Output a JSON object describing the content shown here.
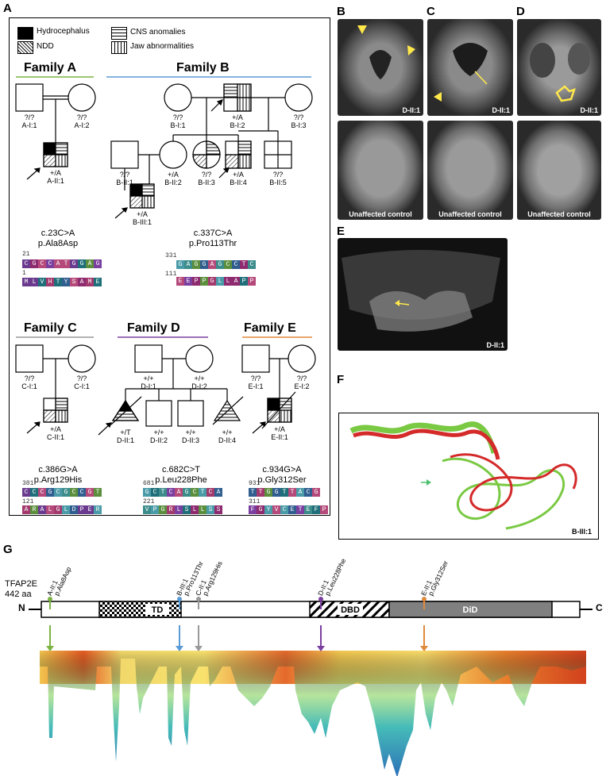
{
  "panels": {
    "A": "A",
    "B": "B",
    "C": "C",
    "D": "D",
    "E": "E",
    "F": "F",
    "G": "G"
  },
  "legend": {
    "hydrocephalus": "Hydrocephalus",
    "ndd": "NDD",
    "cns": "CNS anomalies",
    "jaw": "Jaw abnormalities"
  },
  "families": {
    "a": {
      "title": "Family A",
      "color": "#7cb342",
      "labels": {
        "ai1g": "?/?",
        "ai1": "A-I:1",
        "ai2g": "?/?",
        "ai2": "A-I:2",
        "aii1g": "+/A",
        "aii1": "A-II:1"
      },
      "cdna": "c.23C>A",
      "protein": "p.Ala8Asp"
    },
    "b": {
      "title": "Family B",
      "color": "#5b9bd5",
      "labels": {
        "bi1g": "?/?",
        "bi1": "B-I:1",
        "bi2g": "+/A",
        "bi2": "B-I:2",
        "bi3g": "?/?",
        "bi3": "B-I:3",
        "bii1g": "?/?",
        "bii1": "B-II:1",
        "bii2g": "+/A",
        "bii2": "B-II:2",
        "bii3g": "?/?",
        "bii3": "B-II:3",
        "bii4g": "+/A",
        "bii4": "B-II:4",
        "bii5g": "?/?",
        "bii5": "B-II:5",
        "biii1g": "+/A",
        "biii1": "B-III:1"
      },
      "cdna": "c.337C>A",
      "protein": "p.Pro113Thr"
    },
    "c": {
      "title": "Family C",
      "color": "#999999",
      "labels": {
        "ci1g": "?/?",
        "ci1": "C-I:1",
        "ci2g": "?/?",
        "ci2": "C-I:1",
        "cii1g": "+/A",
        "cii1": "C-II:1"
      },
      "cdna": "c.386G>A",
      "protein": "p.Arg129His"
    },
    "d": {
      "title": "Family D",
      "color": "#7b3fa0",
      "labels": {
        "di1g": "+/+",
        "di1": "D-I:1",
        "di2g": "+/+",
        "di2": "D-I:2",
        "dii1g": "+/T",
        "dii1": "D-II:1",
        "dii2g": "+/+",
        "dii2": "D-II:2",
        "dii3g": "+/+",
        "dii3": "D-II:3",
        "dii4g": "+/+",
        "dii4": "D-II:4"
      },
      "cdna": "c.682C>T",
      "protein": "p.Leu228Phe"
    },
    "e": {
      "title": "Family E",
      "color": "#e08a3c",
      "labels": {
        "ei1g": "?/?",
        "ei1": "E-I:1",
        "ei2g": "?/?",
        "ei2": "E-I:2",
        "eii1g": "+/A",
        "eii1": "E-II:1"
      },
      "cdna": "c.934G>A",
      "protein": "p.Gly312Ser"
    }
  },
  "sequences": {
    "a": {
      "pos1": "21",
      "dna": "CGCCATGGAG",
      "pos2": "1",
      "aa": "MLVHTYSAME"
    },
    "b": {
      "pos1": "331",
      "dna": "GAGGAGCCTC",
      "pos2": "111",
      "aa": "EEPPGLLAPP"
    },
    "c": {
      "pos1": "381",
      "dna": "CCCGCGCCGT",
      "pos2": "121",
      "aa": "ARALGLDPER"
    },
    "d": {
      "pos1": "681",
      "dna": "GCTCAGCTCA",
      "pos2": "221",
      "aa": "VPGRLSLLSS"
    },
    "e": {
      "pos1": "931",
      "dna": "TTGGTTACG",
      "pos2": "311",
      "aa": "FGYVCETEFP"
    }
  },
  "imaging": {
    "b_top": "D-II:1",
    "c_top": "D-II:1",
    "d_top": "D-II:1",
    "b_bot": "Unaffected control",
    "c_bot": "Unaffected control",
    "d_bot": "Unaffected control",
    "e_cap": "D-II:1",
    "f_cap": "B-III:1"
  },
  "protein": {
    "name": "TFAP2E",
    "length": "442 aa",
    "n": "N",
    "c": "C",
    "td": "TD",
    "dbd": "DBD",
    "did": "DiD",
    "variants": [
      {
        "id": "A-II:1",
        "aa": "p.Ala8Asp",
        "color": "#7cb342"
      },
      {
        "id": "B-III:1",
        "aa": "p.Pro113Thr",
        "color": "#5b9bd5"
      },
      {
        "id": "C-II:1",
        "aa": "p.Arg129His",
        "color": "#999999"
      },
      {
        "id": "D-II:1",
        "aa": "p.Leu228Phe",
        "color": "#7b3fa0"
      },
      {
        "id": "E-II:1",
        "aa": "p.Gly312Ser",
        "color": "#e08a3c"
      }
    ]
  }
}
